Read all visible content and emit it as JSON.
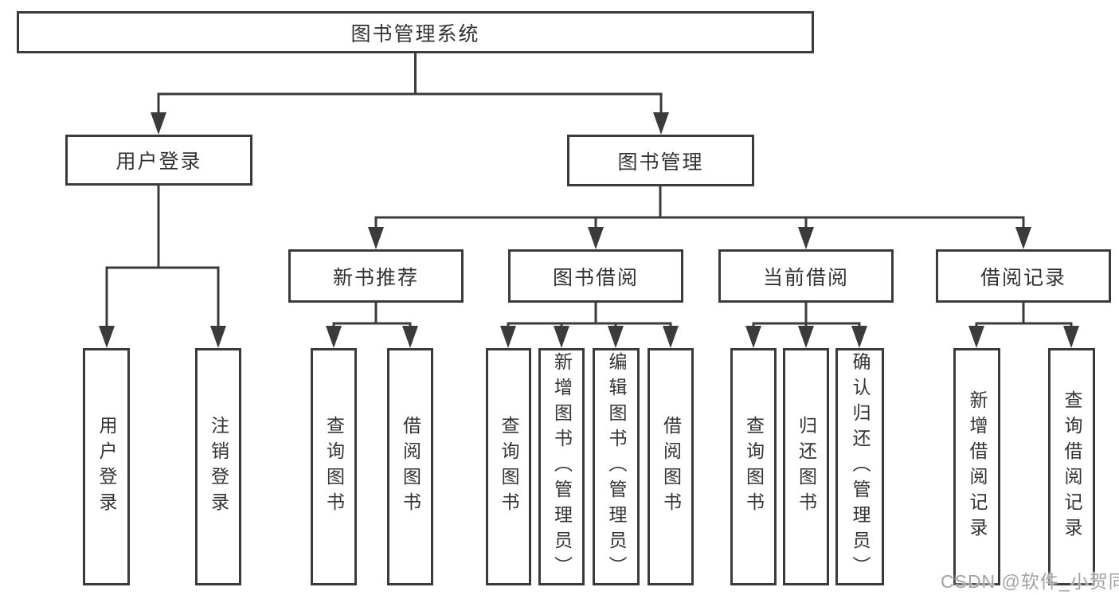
{
  "root": {
    "label": "图书管理系统",
    "children": [
      {
        "label": "用户登录",
        "children": [
          {
            "label": "用户登录"
          },
          {
            "label": "注销登录"
          }
        ]
      },
      {
        "label": "图书管理",
        "children": [
          {
            "label": "新书推荐",
            "children": [
              {
                "label": "查询图书"
              },
              {
                "label": "借阅图书"
              }
            ]
          },
          {
            "label": "图书借阅",
            "children": [
              {
                "label": "查询图书"
              },
              {
                "label": "新增图书（管理员）"
              },
              {
                "label": "编辑图书（管理员）"
              },
              {
                "label": "借阅图书"
              }
            ]
          },
          {
            "label": "当前借阅",
            "children": [
              {
                "label": "查询图书"
              },
              {
                "label": "归还图书"
              },
              {
                "label": "确认归还（管理员）"
              }
            ]
          },
          {
            "label": "借阅记录",
            "children": [
              {
                "label": "新增借阅记录"
              },
              {
                "label": "查询借阅记录"
              }
            ]
          }
        ]
      }
    ]
  },
  "watermark": "CSDN @软件_小贺同学",
  "colors": {
    "line": "#3b3b3b",
    "box_border": "#3b3b3b",
    "text": "#333333",
    "watermark": "#a3a3a3",
    "background": "#ffffff"
  }
}
